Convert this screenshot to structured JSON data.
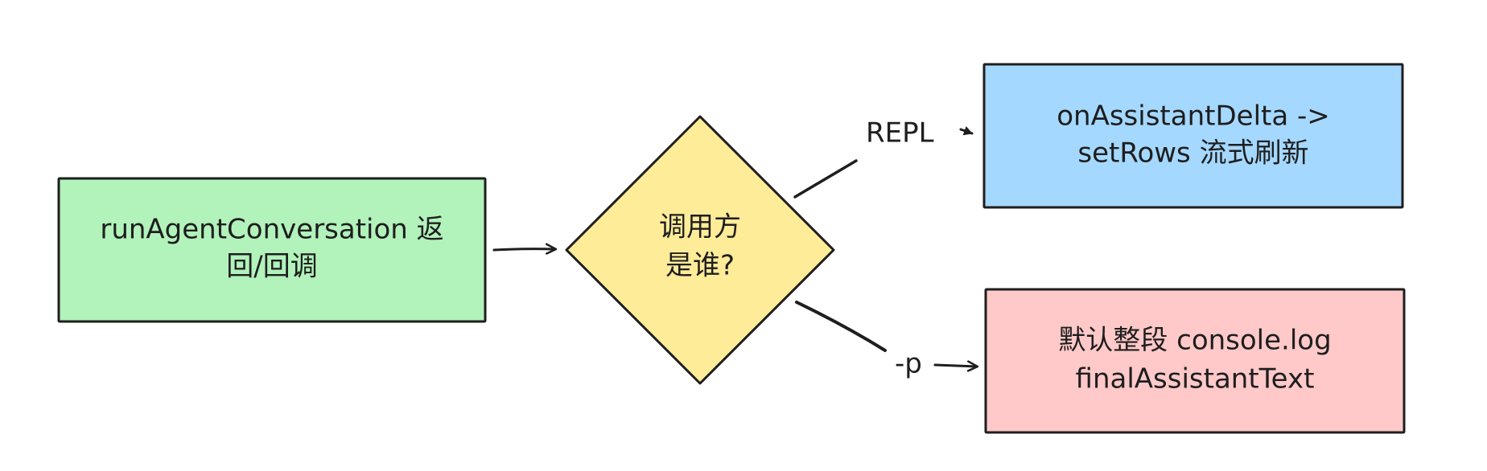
{
  "diagram": {
    "nodes": {
      "start": {
        "line1": "runAgentConversation 返",
        "line2": "回/回调",
        "fill": "#b2f2bb"
      },
      "decision": {
        "line1": "调用方",
        "line2": "是谁?",
        "fill": "#ffec99"
      },
      "repl_target": {
        "line1": "onAssistantDelta ->",
        "line2": "setRows 流式刷新",
        "fill": "#a5d8ff"
      },
      "print_target": {
        "line1": "默认整段 console.log",
        "line2": "finalAssistantText",
        "fill": "#ffc9c9"
      }
    },
    "edges": {
      "repl_label": "REPL",
      "print_label": "-p"
    },
    "stroke_color": "#1e1e1e"
  }
}
